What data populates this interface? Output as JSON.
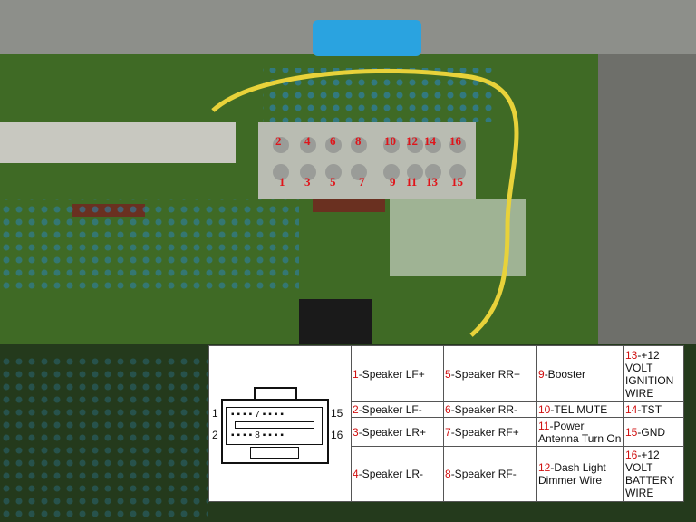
{
  "board_pin_labels_top": [
    "2",
    "4",
    "6",
    "8",
    "10",
    "12",
    "14",
    "16"
  ],
  "board_pin_labels_bottom": [
    "1",
    "3",
    "5",
    "7",
    "9",
    "11",
    "13",
    "15"
  ],
  "connector": {
    "left_top": "1",
    "left_bottom": "2",
    "right_top": "15",
    "right_bottom": "16",
    "center_top": "7",
    "center_bottom": "8"
  },
  "pins": [
    {
      "num": "1",
      "label": "-Speaker LF+"
    },
    {
      "num": "2",
      "label": "-Speaker LF-"
    },
    {
      "num": "3",
      "label": "-Speaker LR+"
    },
    {
      "num": "4",
      "label": "-Speaker LR-"
    },
    {
      "num": "5",
      "label": "-Speaker RR+"
    },
    {
      "num": "6",
      "label": "-Speaker RR-"
    },
    {
      "num": "7",
      "label": "-Speaker RF+"
    },
    {
      "num": "8",
      "label": "-Speaker RF-"
    },
    {
      "num": "9",
      "label": "-Booster"
    },
    {
      "num": "10",
      "label": "-TEL MUTE"
    },
    {
      "num": "11",
      "label": "-Power Antenna Turn On"
    },
    {
      "num": "12",
      "label": "-Dash Light Dimmer Wire"
    },
    {
      "num": "13",
      "label": "-+12 VOLT IGNITION WIRE"
    },
    {
      "num": "14",
      "label": "-TST"
    },
    {
      "num": "15",
      "label": "-GND"
    },
    {
      "num": "16",
      "label": "-+12 VOLT BATTERY WIRE"
    }
  ],
  "colors": {
    "pin_number": "#d01010",
    "board": "#2f4a22"
  }
}
